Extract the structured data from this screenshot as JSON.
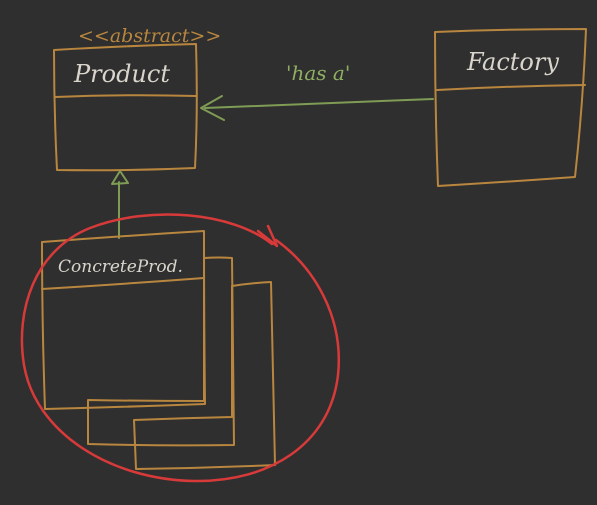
{
  "diagram": {
    "colors": {
      "background": "#2f2f2f",
      "box_stroke": "#b8863e",
      "text": "#d9d5cc",
      "arrow_stroke": "#7f9c55",
      "label_text": "#8fae62",
      "highlight_circle": "#d83a3a"
    },
    "product": {
      "stereotype": "<<abstract>>",
      "name": "Product"
    },
    "factory": {
      "name": "Factory"
    },
    "association": {
      "label": "'has a'"
    },
    "concrete_product": {
      "name": "ConcreteProd."
    }
  }
}
